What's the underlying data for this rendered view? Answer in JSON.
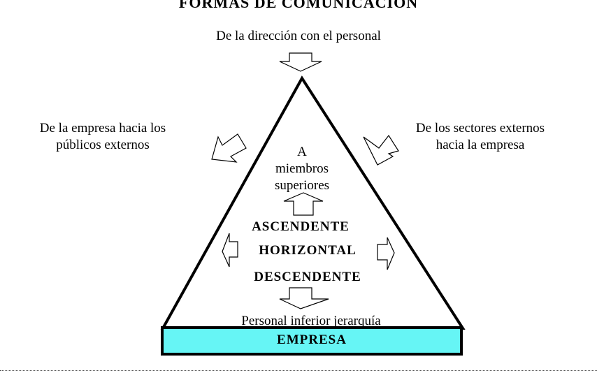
{
  "title": "FORMAS DE COMUNICACIÓN",
  "top_label": "De la dirección con el personal",
  "left_label_line1": "De la empresa hacia los",
  "left_label_line2": "públicos externos",
  "right_label_line1": "De los sectores externos",
  "right_label_line2": "hacia la empresa",
  "inner_top_line1": "A",
  "inner_top_line2": "miembros",
  "inner_top_line3": "superiores",
  "ascendente": "ASCENDENTE",
  "horizontal": "HORIZONTAL",
  "descendente": "DESCENDENTE",
  "bottom_label": "Personal inferior jerarquía",
  "base_label": "EMPRESA",
  "colors": {
    "base_fill": "#66f5f5",
    "stroke": "#000000"
  }
}
